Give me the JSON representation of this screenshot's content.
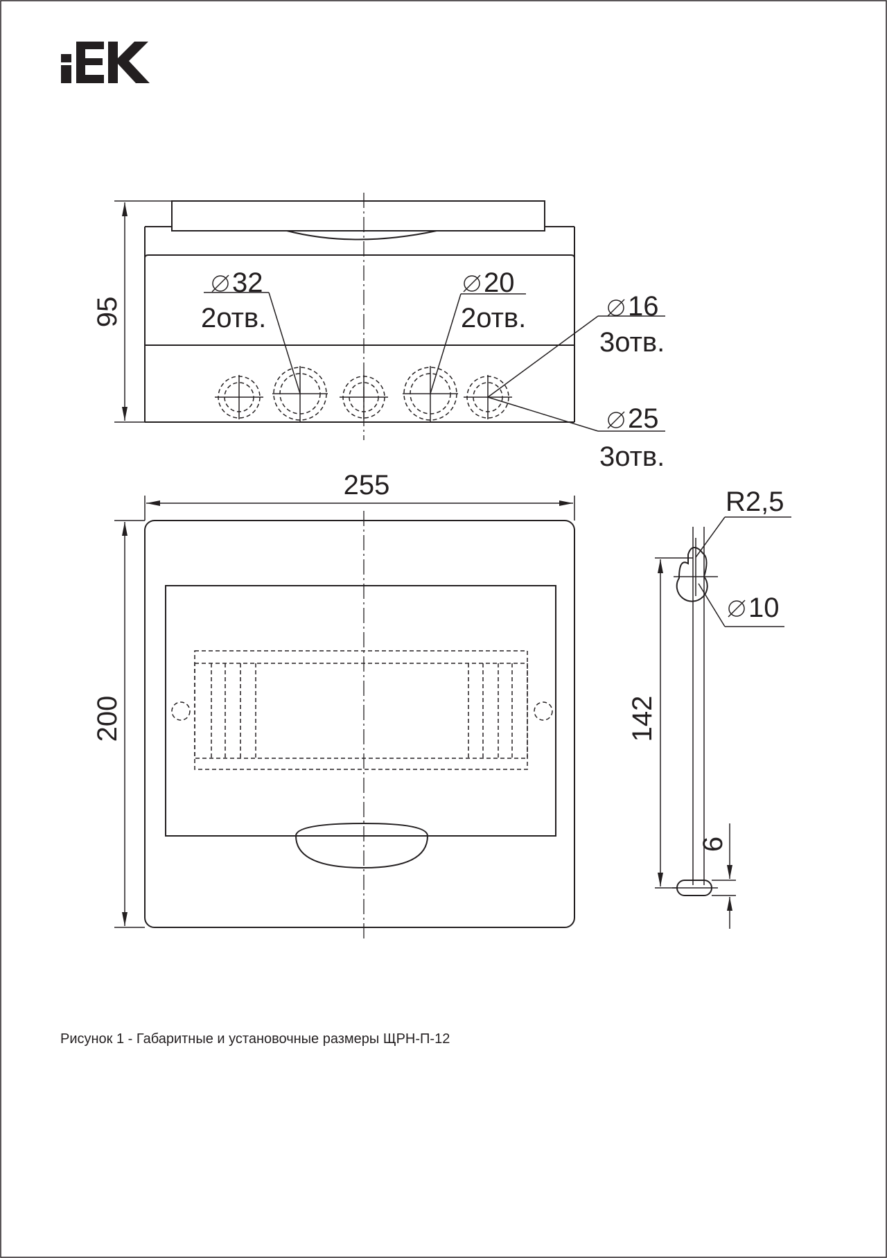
{
  "logo": {
    "text": "IEK"
  },
  "dimensions": {
    "height_side": "95",
    "hole_32": "32",
    "hole_32_count": "2отв.",
    "hole_20": "20",
    "hole_20_count": "2отв.",
    "hole_16": "16",
    "hole_16_count": "3отв.",
    "hole_25": "25",
    "hole_25_count": "3отв.",
    "width": "255",
    "height_front": "200",
    "radius": "R2,5",
    "keyhole_diameter": "10",
    "mount_distance": "142",
    "slot_size": "6"
  },
  "caption": "Рисунок 1 - Габаритные и установочные размеры ЩРН-П-12",
  "diameter_symbol": "⌀"
}
